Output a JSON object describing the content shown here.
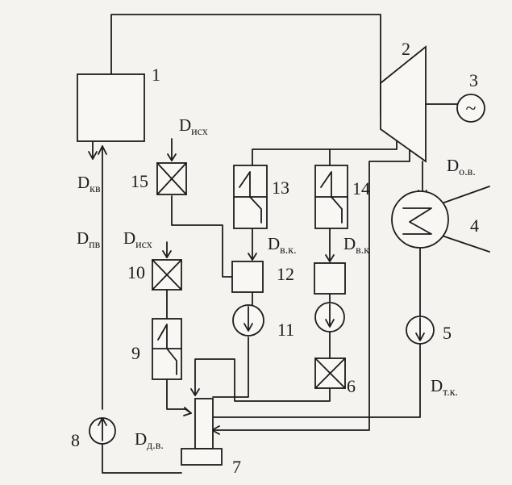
{
  "numbers": {
    "n1": "1",
    "n2": "2",
    "n3": "3",
    "n4": "4",
    "n5": "5",
    "n6": "6",
    "n7": "7",
    "n8": "8",
    "n9": "9",
    "n10": "10",
    "n11": "11",
    "n12": "12",
    "n13": "13",
    "n14": "14",
    "n15": "15"
  },
  "labels": {
    "d_main": "D",
    "kv_sub": "кв",
    "pv_sub": "пв",
    "isx_sub": "исх",
    "vk_sub_13": "в.к.",
    "vk_sub_14": "в.к",
    "ov_sub": "о.в.",
    "tk_sub": "т.к.",
    "dv_sub": "д.в."
  },
  "symbols": {
    "generator": "~"
  }
}
